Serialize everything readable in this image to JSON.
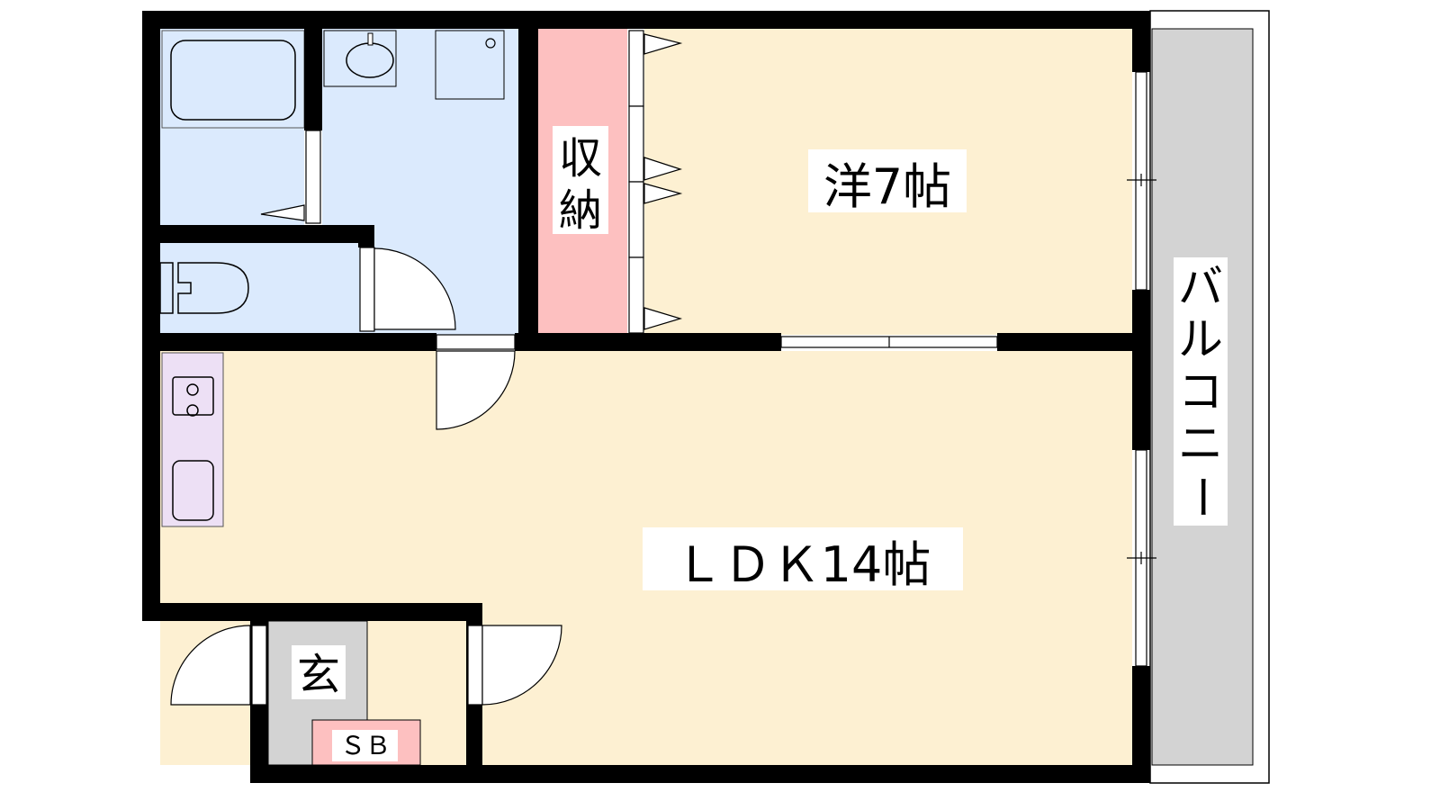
{
  "rooms": {
    "western_room": "洋7帖",
    "ldk": "ＬＤＫ14帖",
    "storage": [
      "収",
      "納"
    ],
    "entrance": "玄",
    "shoe_box": "ＳＢ",
    "balcony": [
      "バ",
      "ル",
      "コ",
      "ニ",
      "ー"
    ]
  },
  "colors": {
    "floor": "#fdf0d2",
    "wet_area": "#dbeafd",
    "storage": "#fdc0c0",
    "kitchen": "#ede0f5",
    "entrance": "#d3d3d3",
    "balcony": "#d3d3d3",
    "wall": "#000000"
  }
}
